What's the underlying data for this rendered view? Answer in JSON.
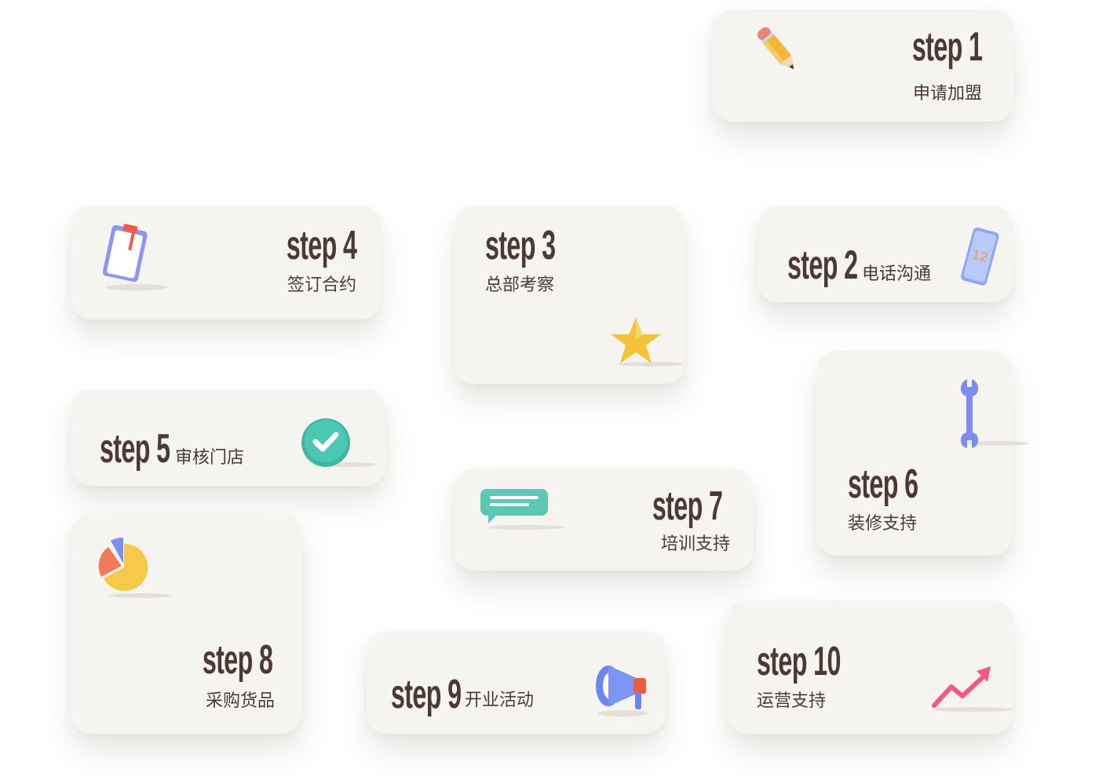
{
  "steps": [
    {
      "id": 1,
      "step": "step 1",
      "label": "申请加盟",
      "icon": "pencil-icon"
    },
    {
      "id": 2,
      "step": "step 2",
      "label": "电话沟通",
      "icon": "phone-icon",
      "icon_text": "12"
    },
    {
      "id": 3,
      "step": "step 3",
      "label": "总部考察",
      "icon": "star-icon"
    },
    {
      "id": 4,
      "step": "step 4",
      "label": "签订合约",
      "icon": "clipboard-icon"
    },
    {
      "id": 5,
      "step": "step 5",
      "label": "审核门店",
      "icon": "check-icon"
    },
    {
      "id": 6,
      "step": "step 6",
      "label": "装修支持",
      "icon": "wrench-icon"
    },
    {
      "id": 7,
      "step": "step 7",
      "label": "培训支持",
      "icon": "chat-bubble-icon"
    },
    {
      "id": 8,
      "step": "step 8",
      "label": "采购货品",
      "icon": "pie-chart-icon"
    },
    {
      "id": 9,
      "step": "step 9",
      "label": "开业活动",
      "icon": "megaphone-icon"
    },
    {
      "id": 10,
      "step": "step 10",
      "label": "运营支持",
      "icon": "trend-arrow-icon"
    }
  ],
  "colors": {
    "card": "#f6f4f0",
    "text": "#4a3a33",
    "pencil": "#f3b53a",
    "eraser": "#e98578",
    "clipboard": "#8d96f4",
    "clip": "#ef5a42",
    "star": "#f5c33a",
    "phone": "#8da8f3",
    "phone_text": "#f29a3a",
    "check": "#4bc7b2",
    "wrench": "#7b8cf2",
    "chat": "#5ac8b3",
    "pie_main": "#f7c94a",
    "pie_red": "#f07a5a",
    "pie_blue": "#7d8ef3",
    "megaphone": "#6a86f2",
    "megaphone_handle": "#ef5a42",
    "arrow": "#ee5b8b"
  }
}
